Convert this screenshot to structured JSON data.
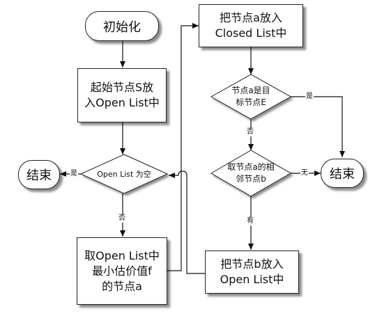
{
  "nodes": {
    "start": "初始化",
    "init": "起始节点S放\n入Open List中",
    "open_empty": "Open List 为空",
    "end_left": "结束",
    "take_min": "取Open List中\n最小估价值f\n的节点a",
    "move_closed": "把节点a放入\nClosed List中",
    "is_goal": "节点a是目\n标节点E",
    "neighbor": "取节点a的相\n邻节点b",
    "end_right": "结束",
    "put_open": "把节点b放入\nOpen List中"
  },
  "edge_labels": {
    "empty_yes": "是",
    "empty_no": "否",
    "goal_yes": "是",
    "goal_no": "否",
    "neighbor_none": "无",
    "neighbor_has": "有"
  }
}
